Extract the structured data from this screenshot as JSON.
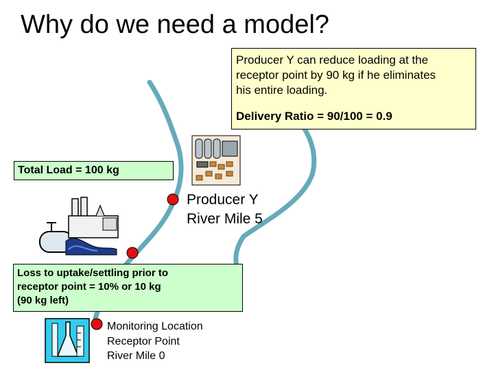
{
  "title": "Why do we need a model?",
  "callout_producer": {
    "line1": "Producer Y can reduce loading at the",
    "line2": "receptor point by 90 kg if he eliminates",
    "line3": "his entire loading.",
    "ratio": "Delivery Ratio = 90/100 = 0.9"
  },
  "total_load": "Total Load = 100 kg",
  "producer": {
    "name": "Producer Y",
    "mile": "River Mile 5"
  },
  "loss": {
    "line1": "Loss to uptake/settling prior to",
    "line2": "receptor point = 10% or 10 kg",
    "line3": "(90 kg left)"
  },
  "monitoring": {
    "line1": "Monitoring Location",
    "line2": "Receptor Point",
    "line3": "River Mile 0"
  },
  "colors": {
    "river": "#66aabb",
    "callout_fill": "#ffffcc",
    "box_fill": "#ccffcc",
    "marker": "#e01010"
  },
  "icons": [
    "factory-icon",
    "farm-icon",
    "lab-flask-icon"
  ]
}
